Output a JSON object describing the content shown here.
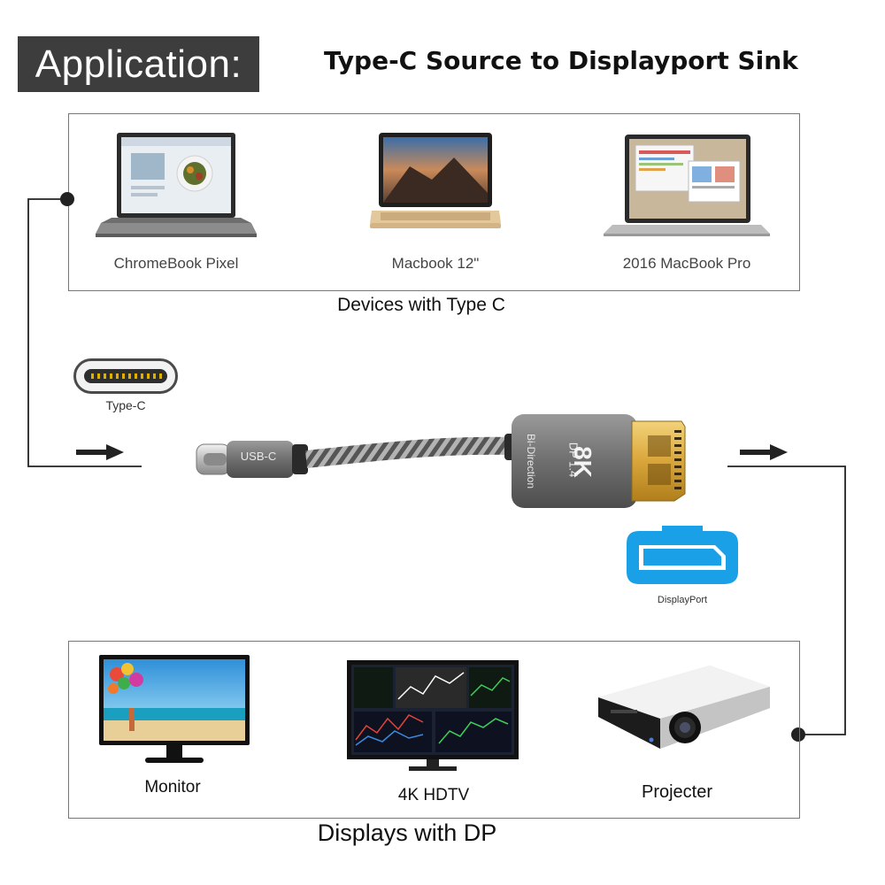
{
  "header": {
    "badge": "Application:",
    "title": "Type-C Source to Displayport Sink"
  },
  "sources": {
    "section_label": "Devices with Type C",
    "devices": [
      {
        "label": "ChromeBook Pixel"
      },
      {
        "label": "Macbook 12\""
      },
      {
        "label": "2016 MacBook Pro"
      }
    ]
  },
  "cable": {
    "connector_a": "USB-C",
    "connector_b_lines": [
      "Bi-Direction",
      "DP 1.4",
      "8K"
    ],
    "typec_port_label": "Type-C",
    "dp_port_label": "DisplayPort"
  },
  "sinks": {
    "section_label": "Displays with DP",
    "devices": [
      {
        "label": "Monitor"
      },
      {
        "label": "4K HDTV"
      },
      {
        "label": "Projecter"
      }
    ]
  },
  "colors": {
    "badge_bg": "#3d3d3d",
    "frame": "#777777",
    "dp_blue": "#1aa0e6",
    "cable_grey": "#6b6b6b"
  }
}
